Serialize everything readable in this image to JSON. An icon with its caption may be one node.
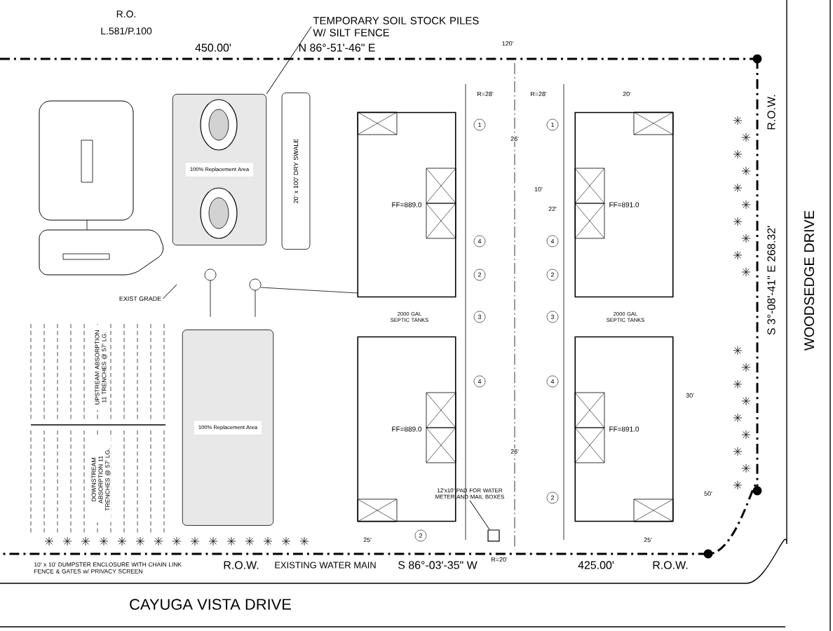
{
  "diagram": {
    "nodes": [
      {
        "text": [
          "TEMPORARY SOIL STOCK PILES W/ SILT FENCE"
        ]
      },
      {
        "text": [
          "100% Replacement Area"
        ]
      },
      {
        "text": [
          "EXIST GRADE"
        ]
      },
      {
        "text": [
          "FF=889.0"
        ]
      },
      {
        "text": [
          "FF=891.0"
        ]
      },
      {
        "text": [
          "FF=889.0"
        ]
      },
      {
        "text": [
          "FF=891.0"
        ]
      },
      {
        "text": [
          "100% Replacement Area"
        ]
      },
      {
        "text": [
          "20' x 100' DRY SWALE"
        ]
      },
      {
        "text": [
          "12'x10' PAD FOR WATER METER AND MAIL BOXES"
        ]
      },
      {
        "text": [],
        "shape": "box"
      }
    ],
    "edges": [
      {
        "from": 0,
        "to": 1,
        "arrow": "none"
      },
      {
        "from": 2,
        "to": null,
        "arrow": "none"
      },
      {
        "from": 9,
        "to": 10,
        "arrow": "none"
      }
    ],
    "labels": [
      "R.O.",
      "L.581/P.100",
      "450.00'",
      "N 86°-51'-46\" E",
      "120'",
      "R=28'",
      "R=28'",
      "20'",
      "26'",
      "1",
      "1",
      "10'",
      "22'",
      "4",
      "4",
      "2",
      "2",
      "2000 GAL SEPTIC TANKS",
      "2000 GAL SEPTIC TANKS",
      "3",
      "3",
      "4",
      "4",
      "30'",
      "26'",
      "2",
      "2",
      "50'",
      "25'",
      "25'",
      "UPSTREAM ABSORPTION 11 TRENCHES @ 57' LG.",
      "DOWNSTREAM ABSORPTION 11 TRENCHES @ 57' LG.",
      "10' x 10' DUMPSTER ENCLOSURE WITH CHAIN LINK FENCE & GATES w/ PRIVACY SCREEN",
      "R.O.W.",
      "EXISTING WATER MAIN",
      "S 86°-03'-35\" W",
      "R=20'",
      "425.00'",
      "R.O.W.",
      "CAYUGA VISTA DRIVE",
      "R.O.W.",
      "S 3°-08'-41\" E 268.32'",
      "WOODSEDGE DRIVE"
    ]
  }
}
